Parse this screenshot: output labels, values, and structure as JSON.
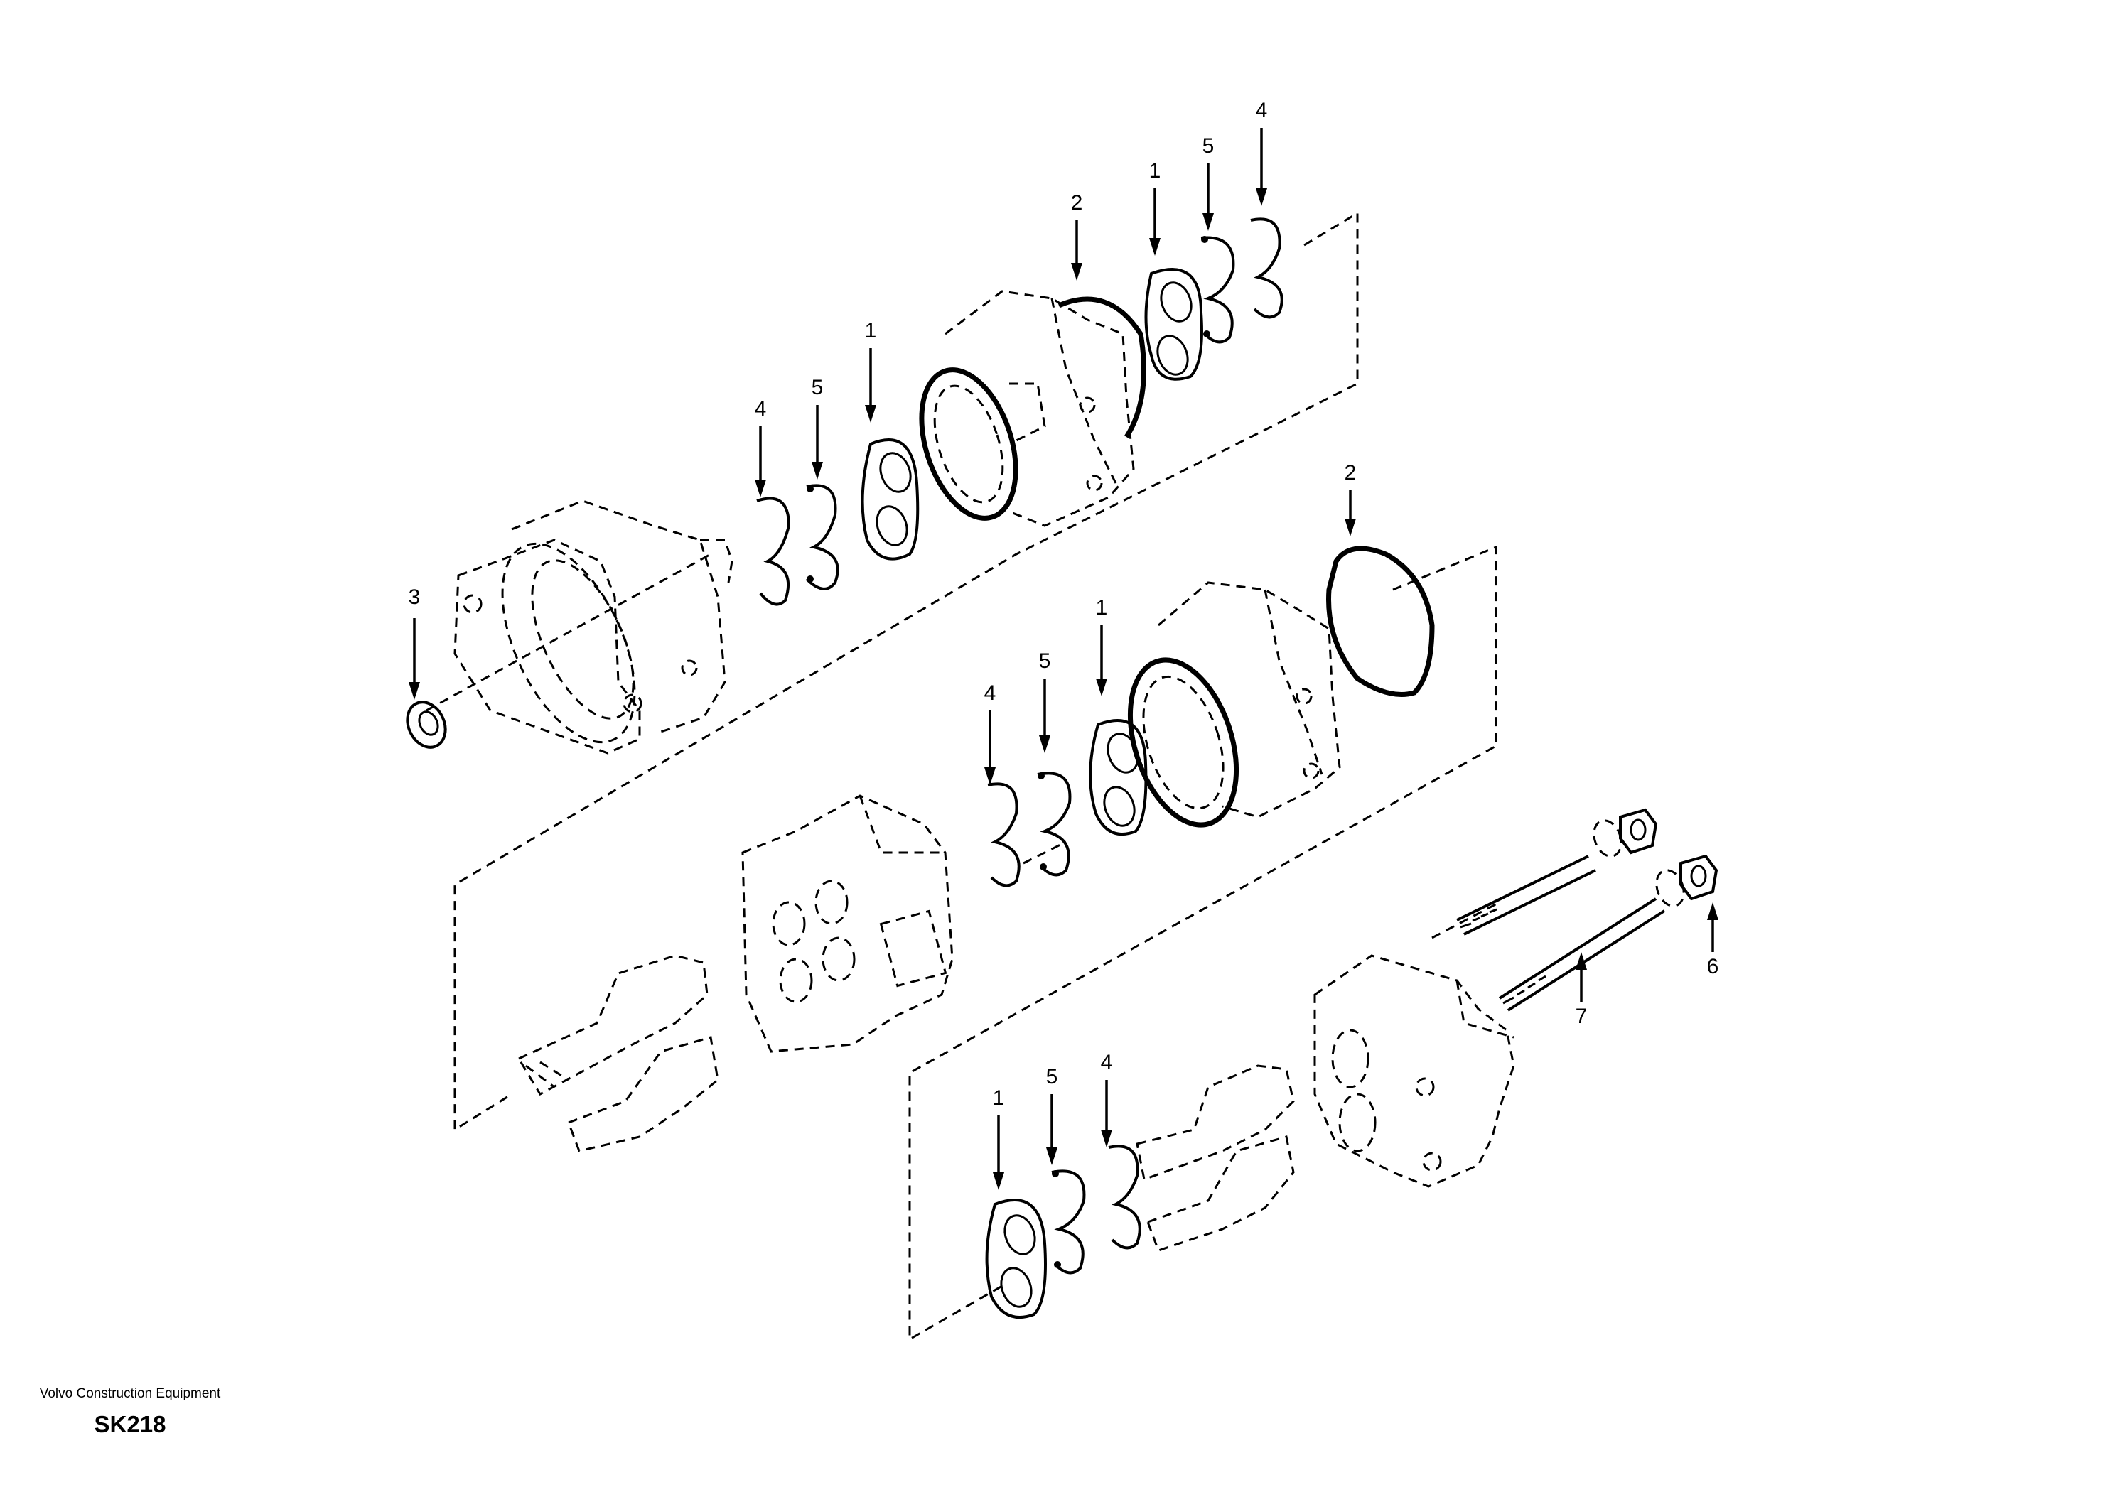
{
  "diagram": {
    "type": "exploded-parts-view",
    "callouts": [
      "1",
      "2",
      "3",
      "4",
      "5",
      "6",
      "7"
    ]
  },
  "footer": {
    "brand": "Volvo Construction Equipment",
    "drawing_code": "SK218"
  }
}
